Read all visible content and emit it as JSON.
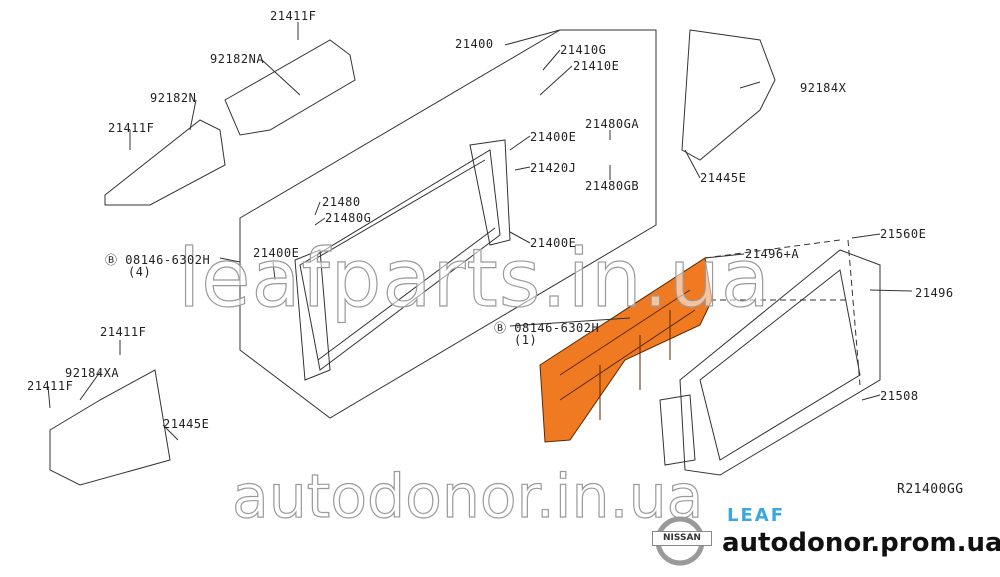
{
  "diagram_code": "R21400GG",
  "watermarks": [
    "leafparts.in.ua",
    "autodonor.in.ua"
  ],
  "brand": {
    "model": "LEAF",
    "logo": "NISSAN",
    "site": "autodonor.prom.ua"
  },
  "accent_color": "#f07a22",
  "labels": {
    "l1": "21411F",
    "l2": "92182NA",
    "l3": "92182N",
    "l4": "21411F",
    "l5": "21400",
    "l6": "21410G",
    "l7": "21410E",
    "l8": "21400E",
    "l9": "21480GA",
    "l10": "21420J",
    "l11": "21480GB",
    "l12": "92184X",
    "l13": "21445E",
    "l14": "21480",
    "l15": "21480G",
    "l16": "21400E",
    "l17": "08146-6302H",
    "l18": "(4)",
    "l19": "21400E",
    "l20": "21496+A",
    "l21": "21560E",
    "l22": "21496",
    "l23": "08146-6302H",
    "l24": "(1)",
    "l25": "21411F",
    "l26": "92184XA",
    "l27": "21411F",
    "l28": "21445E",
    "l29": "21508"
  }
}
